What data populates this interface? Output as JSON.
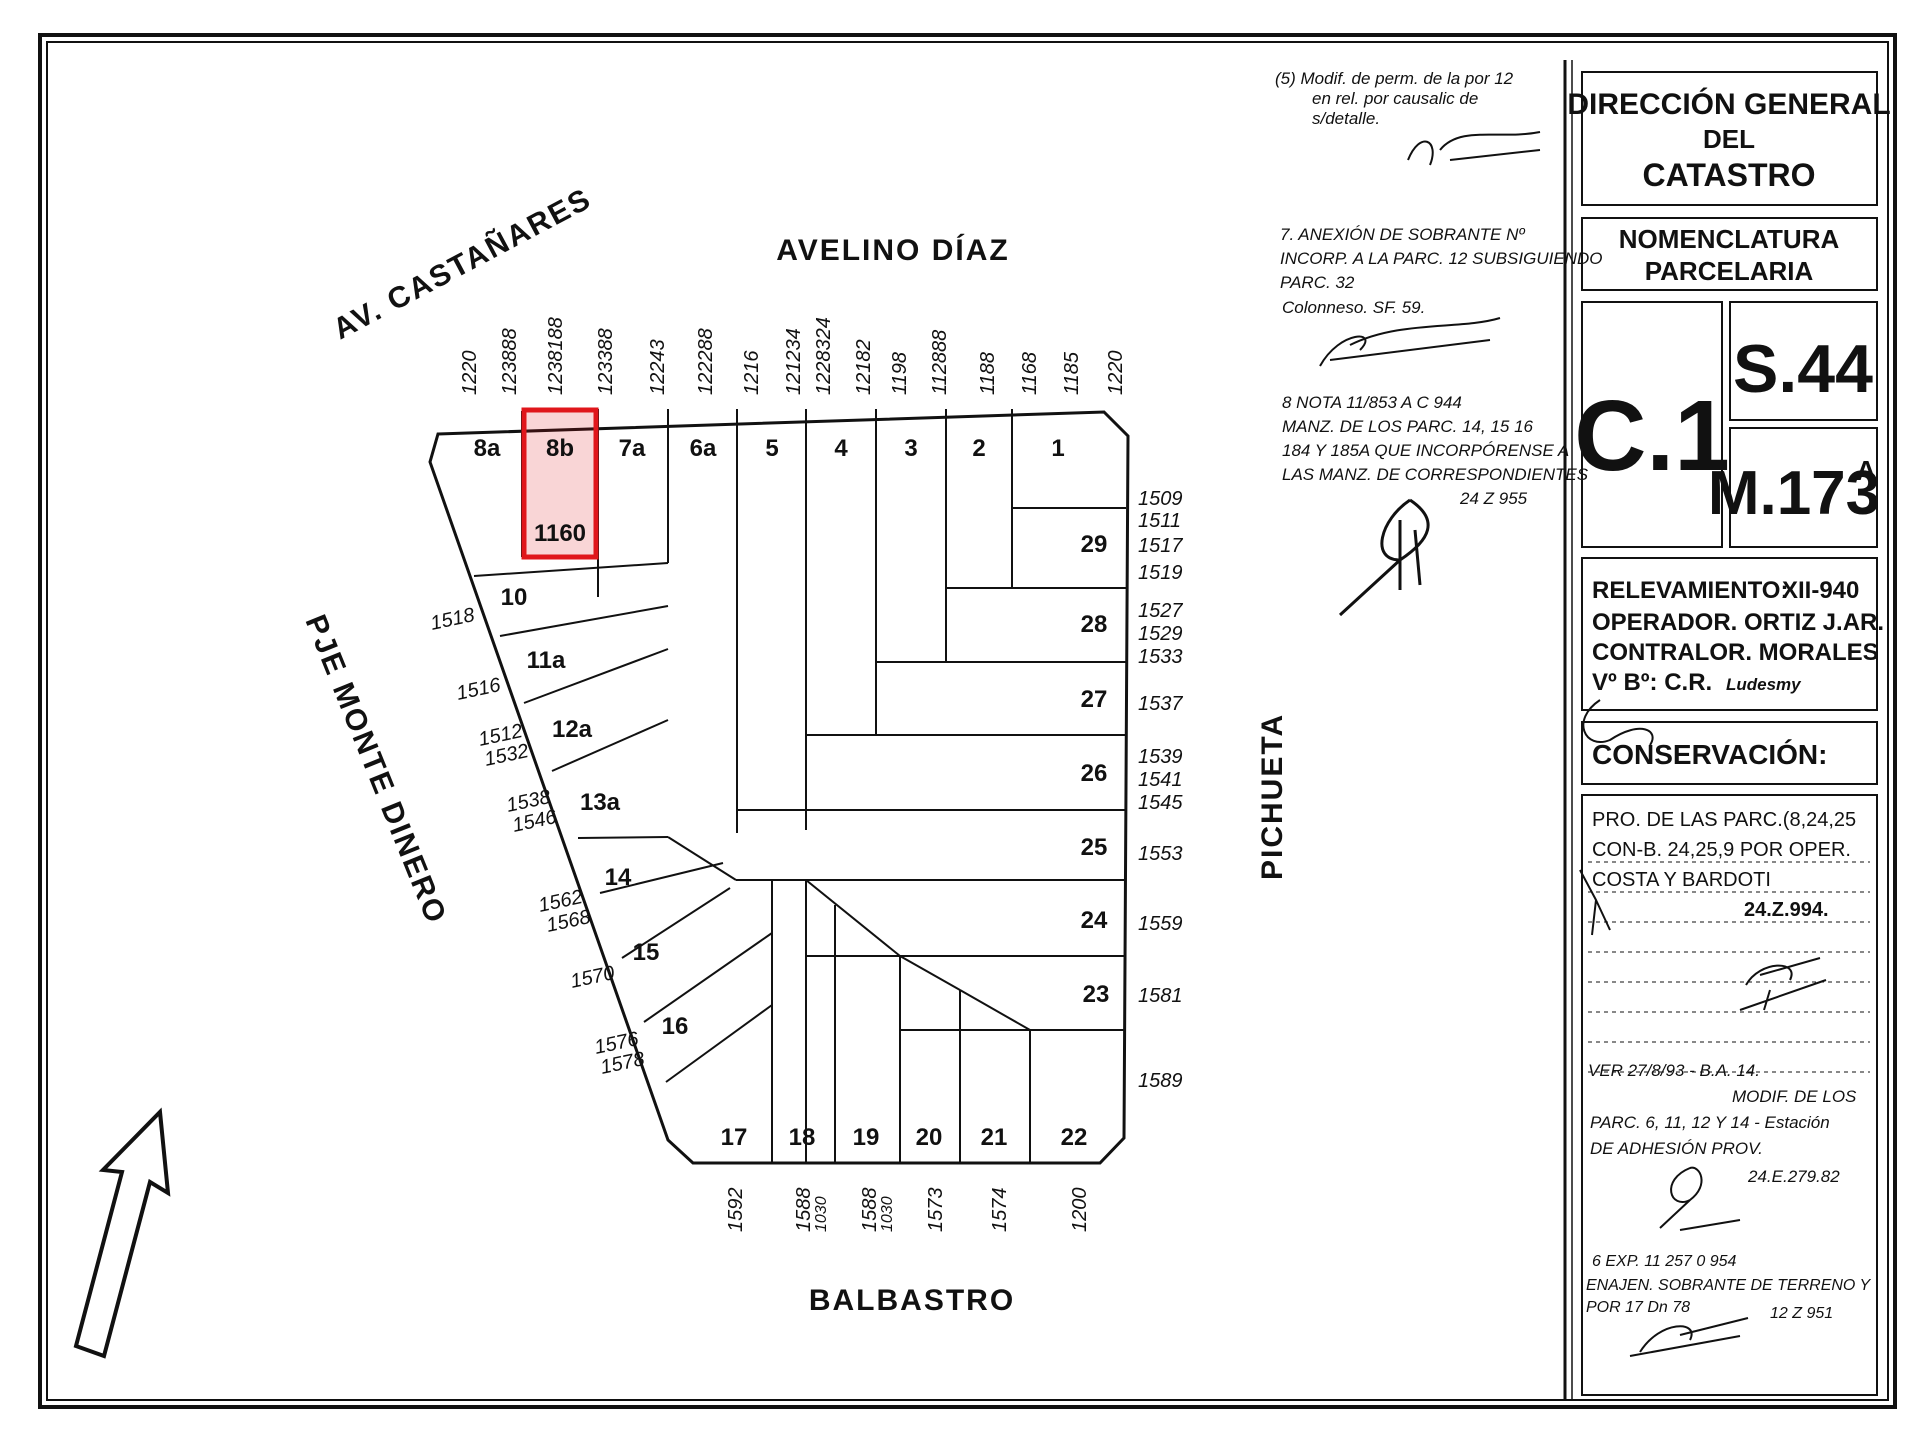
{
  "streets": {
    "north": "AVELINO DÍAZ",
    "northwest": "AV. CASTAÑARES",
    "west": "PJE MONTE DINERO",
    "east": "PICHUETA",
    "south": "BALBASTRO"
  },
  "highlight": {
    "parcel": "8b",
    "door_number": "1160",
    "color": "#e0161b"
  },
  "parcels": {
    "p8a": "8a",
    "p8b": "8b",
    "p7a": "7a",
    "p6a": "6a",
    "p5": "5",
    "p4": "4",
    "p3": "3",
    "p2": "2",
    "p1": "1",
    "p29": "29",
    "p28": "28",
    "p27": "27",
    "p26": "26",
    "p25": "25",
    "p24": "24",
    "p23": "23",
    "p22": "22",
    "p21": "21",
    "p20": "20",
    "p19": "19",
    "p18": "18",
    "p17": "17",
    "p16": "16",
    "p15": "15",
    "p14": "14",
    "p13a": "13a",
    "p12a": "12a",
    "p11a": "11a",
    "p10": "10"
  },
  "north_numbers": [
    "1220",
    "123888",
    "1238188",
    "123388",
    "12243",
    "122288",
    "1216",
    "121234",
    "1228324",
    "12182",
    "1198",
    "112888",
    "1188",
    "1168",
    "1185",
    "1220"
  ],
  "east_numbers": [
    "1509",
    "1511",
    "1517",
    "1519",
    "1527",
    "1529",
    "1533",
    "1537",
    "1539",
    "1541",
    "1545",
    "1553",
    "1559",
    "1581",
    "1589"
  ],
  "south_numbers": [
    "1592",
    "1588",
    "1030",
    "1588",
    "1030",
    "1573",
    "1574",
    "1200"
  ],
  "west_numbers": [
    "1518",
    "1516",
    "1512",
    "1532",
    "1538",
    "1546",
    "1562",
    "1568",
    "1570",
    "1576",
    "1578"
  ],
  "notes": {
    "n5": [
      "(5) Modif. de perm. de la por 12",
      "en rel. por causalic de",
      "s/detalle."
    ],
    "n7": [
      "7. ANEXIÓN DE SOBRANTE Nº",
      "INCORP. A LA PARC. 12 SUBSIGUIENDO",
      "PARC. 32",
      "Colonneso. SF. 59."
    ],
    "n8": [
      "8 NOTA 11/853 A C 944",
      "MANZ. DE LOS PARC. 14, 15 16",
      "184 Y 185A QUE INCORPÓRENSE A",
      "LAS MANZ. DE CORRESPONDIENTES",
      "24 Z 955"
    ]
  },
  "title_block": {
    "office": [
      "DIRECCIÓN GENERAL",
      "DEL",
      "CATASTRO"
    ],
    "nomenclature": [
      "NOMENCLATURA",
      "PARCELARIA"
    ],
    "circ": "C.1",
    "section": "S.44",
    "block": "M.173",
    "block_sup": "A",
    "survey": "RELEVAMIENTO:",
    "survey_value": "XII-940",
    "operator": "OPERADOR. ORTIZ J.AR.",
    "controller": "CONTRALOR. MORALES",
    "vb": "Vº Bº: C.R.",
    "vb_sign": "Ludesmy",
    "conservation": "CONSERVACIÓN:",
    "cons1": [
      "PRO. DE LAS PARC.(8,24,25",
      "CON-B. 24,25,9 POR OPER.",
      "COSTA Y BARDOTI",
      "24.Z.994."
    ],
    "cons2": [
      "VER 27/8/93 - B.A. 14.",
      "MODIF. DE LOS",
      "PARC. 6, 11, 12 Y 14 - Estación",
      "DE ADHESIÓN PROV.",
      "24.E.279.82"
    ],
    "cons3": [
      "6 EXP. 11 257 0 954",
      "ENAJEN. SOBRANTE DE TERRENO Y",
      "POR 17 Dn 78",
      "12 Z 951"
    ]
  }
}
